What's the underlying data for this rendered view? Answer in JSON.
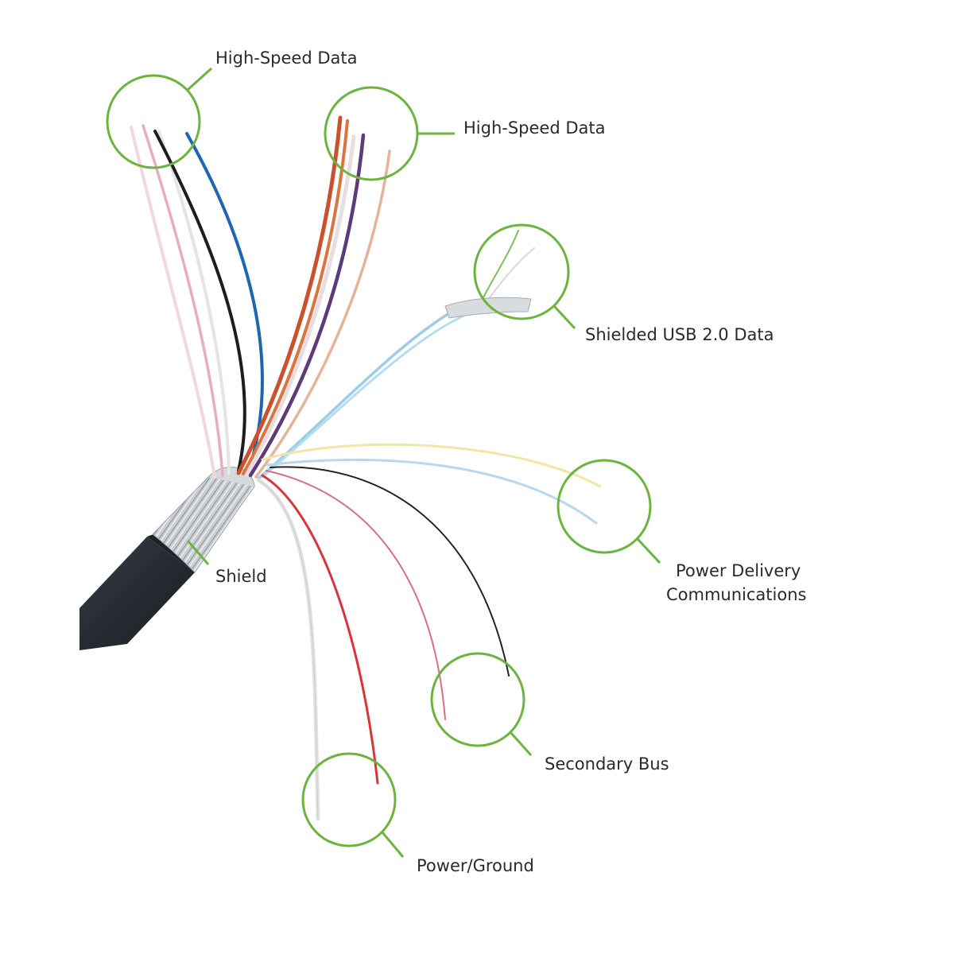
{
  "accent_color": "#6db33f",
  "labels": {
    "hs_data_left": "High-Speed Data",
    "hs_data_right": "High-Speed Data",
    "usb2_data": "Shielded USB 2.0 Data",
    "power_delivery_line1": "Power Delivery",
    "power_delivery_line2": "Communications",
    "shield": "Shield",
    "secondary_bus": "Secondary Bus",
    "power_ground": "Power/Ground"
  }
}
